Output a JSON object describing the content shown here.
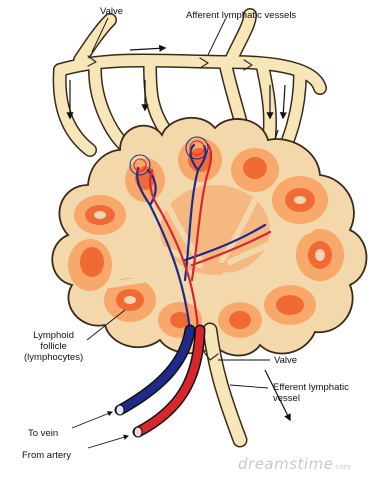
{
  "labels": {
    "valve_top": "Valve",
    "afferent": "Afferent lymphatic vessels",
    "lymphoid_follicle": "Lymphoid\nfollicle\n(lymphocytes)",
    "valve_right": "Valve",
    "efferent": "Efferent lymphatic\nvessel",
    "to_vein": "To vein",
    "from_artery": "From artery"
  },
  "watermark": {
    "text": "dreamstime",
    "suffix": ".com"
  },
  "colors": {
    "capsule_fill": "#f3d8ab",
    "capsule_outline": "#3a2a1a",
    "cortex_light": "#f7a86a",
    "follicle": "#ef6a35",
    "follicle_core": "#f9b58a",
    "vessel_fill": "#f6e6b8",
    "vein": "#1f2a8a",
    "artery": "#d8262e"
  }
}
